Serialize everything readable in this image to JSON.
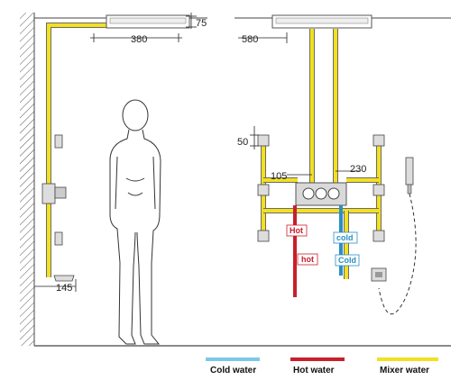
{
  "dimensions": {
    "ceiling_drop": "75",
    "left_panel_offset": "380",
    "right_panel_offset": "580",
    "nozzle_spacing": "50",
    "valve_left_offset": "105",
    "valve_right_offset": "230",
    "wall_outlet_offset": "145"
  },
  "pipe_labels": {
    "hot_upper": "Hot",
    "hot_lower": "hot",
    "cold_upper": "cold",
    "cold_lower": "Cold"
  },
  "legend": [
    {
      "label": "Cold water",
      "color": "#7fc7ea"
    },
    {
      "label": "Hot water",
      "color": "#c8202a"
    },
    {
      "label": "Mixer water",
      "color": "#f2e021"
    }
  ],
  "colors": {
    "mixer_pipe": "#f2e021",
    "pipe_outline": "#6b6b6b",
    "hot_pipe": "#c8202a",
    "cold_pipe": "#2a8fc4",
    "valve_panel": "#d9d9d9"
  },
  "icons": [
    "wall-hatching-icon",
    "human-figure-icon",
    "rain-shower-panel-icon",
    "body-jet-icon",
    "mixing-valve-icon",
    "hand-shower-icon",
    "water-outlet-icon"
  ]
}
